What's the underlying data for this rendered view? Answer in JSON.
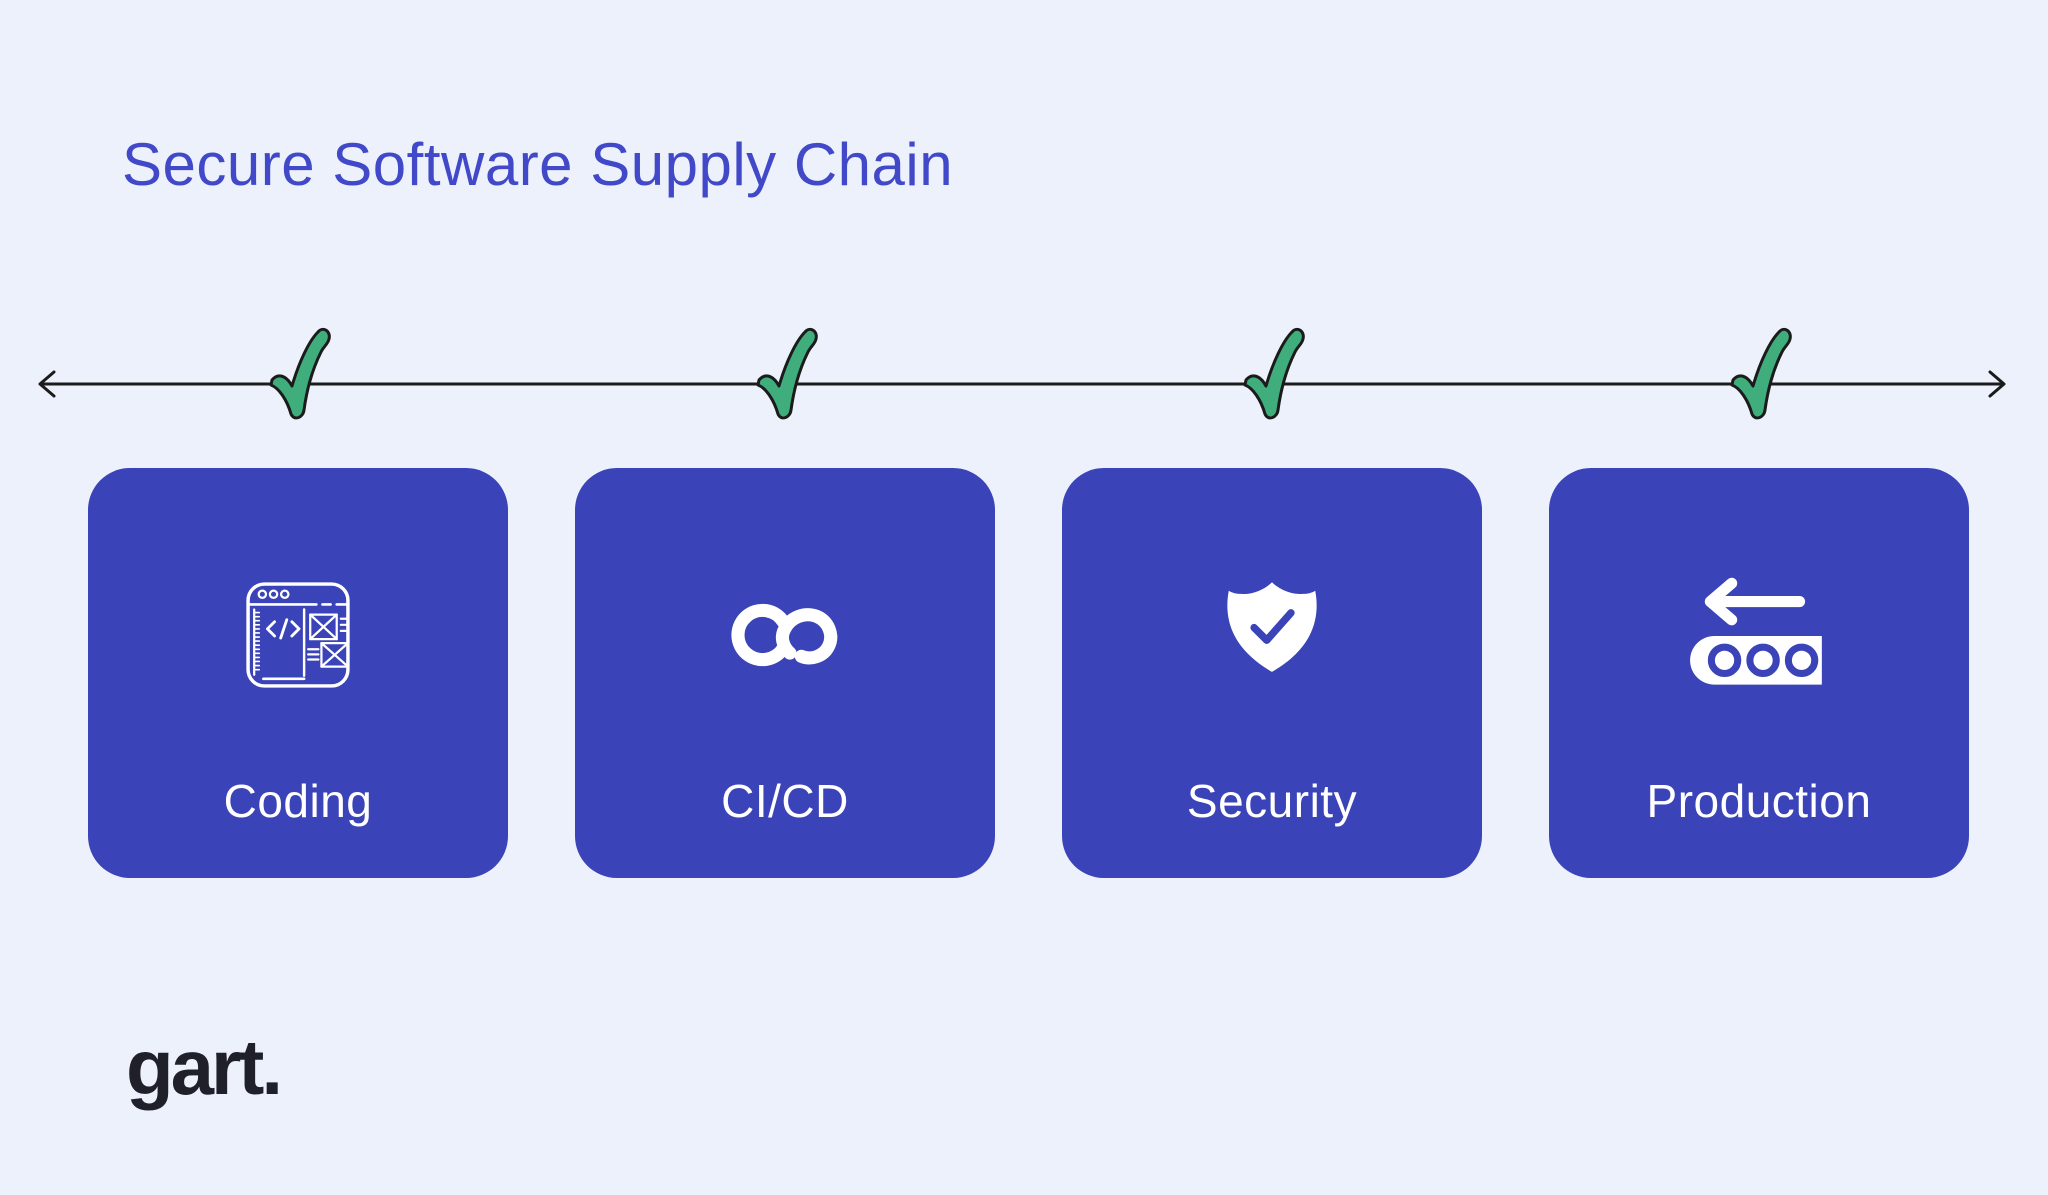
{
  "title": {
    "text": "Secure Software Supply Chain"
  },
  "timeline": {
    "description": "horizontal double-headed arrow line with green checkmarks above each stage",
    "checkmark_positions": [
      298,
      785,
      1272,
      1759
    ],
    "checkmark_count": 4
  },
  "cards": [
    {
      "label": "Coding",
      "icon": "code-window-icon"
    },
    {
      "label": "CI/CD",
      "icon": "infinity-icon"
    },
    {
      "label": "Security",
      "icon": "shield-check-icon"
    },
    {
      "label": "Production",
      "icon": "conveyor-belt-icon"
    }
  ],
  "logo": {
    "text": "gart."
  },
  "colors": {
    "background": "#edf1fb",
    "card": "#3a43b8",
    "title": "#4149c8",
    "check_green": "#3fae7c",
    "line": "#1b1b1b",
    "card_text": "#ffffff",
    "logo": "#20202b"
  }
}
